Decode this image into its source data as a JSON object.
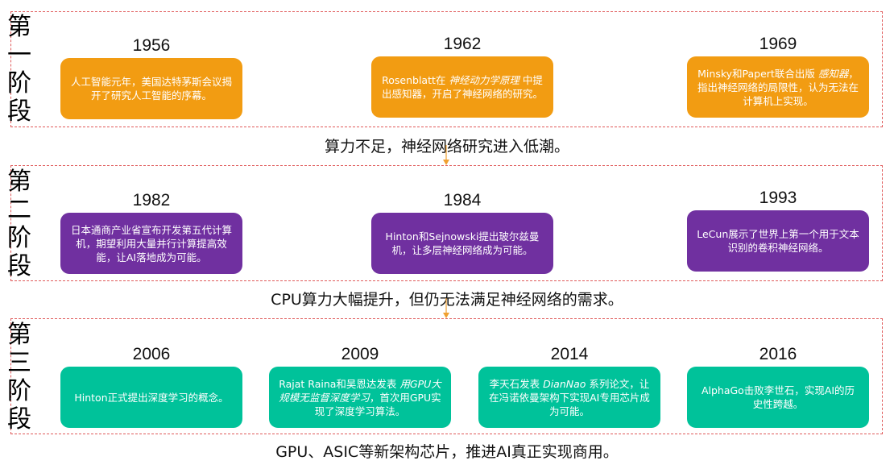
{
  "stages": [
    {
      "label": [
        "第",
        "一",
        "阶",
        "段"
      ],
      "events": [
        {
          "year": "1956",
          "parts": [
            {
              "t": "人工智能元年，美国达特茅斯会议揭开了研究人工智能的序幕。",
              "i": false
            }
          ]
        },
        {
          "year": "1962",
          "parts": [
            {
              "t": "Rosenblatt在 ",
              "i": false
            },
            {
              "t": "神经动力学原理",
              "i": true
            },
            {
              "t": " 中提出感知器，开启了神经网络的研究。",
              "i": false
            }
          ]
        },
        {
          "year": "1969",
          "parts": [
            {
              "t": "Minsky和Papert联合出版 ",
              "i": false
            },
            {
              "t": "感知器",
              "i": true
            },
            {
              "t": "，指出神经网络的局限性，认为无法在计算机上实现。",
              "i": false
            }
          ]
        }
      ]
    },
    {
      "label": [
        "第",
        "二",
        "阶",
        "段"
      ],
      "events": [
        {
          "year": "1982",
          "parts": [
            {
              "t": "日本通商产业省宣布开发第五代计算机，期望利用大量并行计算提高效能，让AI落地成为可能。",
              "i": false
            }
          ]
        },
        {
          "year": "1984",
          "parts": [
            {
              "t": "Hinton和Sejnowski提出玻尔兹曼机，让多层神经网络成为可能。",
              "i": false
            }
          ]
        },
        {
          "year": "1993",
          "parts": [
            {
              "t": "LeCun展示了世界上第一个用于文本识别的卷积神经网络。",
              "i": false
            }
          ]
        }
      ]
    },
    {
      "label": [
        "第",
        "三",
        "阶",
        "段"
      ],
      "events": [
        {
          "year": "2006",
          "parts": [
            {
              "t": "Hinton正式提出深度学习的概念。",
              "i": false
            }
          ]
        },
        {
          "year": "2009",
          "parts": [
            {
              "t": "Rajat Raina和吴恩达发表 ",
              "i": false
            },
            {
              "t": "用GPU大规模无监督深度学习",
              "i": true
            },
            {
              "t": "，首次用GPU实现了深度学习算法。",
              "i": false
            }
          ]
        },
        {
          "year": "2014",
          "parts": [
            {
              "t": "李天石发表 ",
              "i": false
            },
            {
              "t": "DianNao",
              "i": true
            },
            {
              "t": " 系列论文，让在冯诺依曼架构下实现AI专用芯片成为可能。",
              "i": false
            }
          ]
        },
        {
          "year": "2016",
          "parts": [
            {
              "t": "AlphaGo击败李世石，实现AI的历史性跨越。",
              "i": false
            }
          ]
        }
      ]
    }
  ],
  "transitions": [
    "算力不足，神经网络研究进入低潮。",
    "CPU算力大幅提升，但仍无法满足神经网络的需求。",
    "GPU、ASIC等新架构芯片，推进AI真正实现商用。"
  ],
  "colors": {
    "stage1": "#f29c12",
    "stage2": "#7030a0",
    "stage3": "#00c29a",
    "border": "#e05a5a",
    "arrow": "#f0a030"
  }
}
